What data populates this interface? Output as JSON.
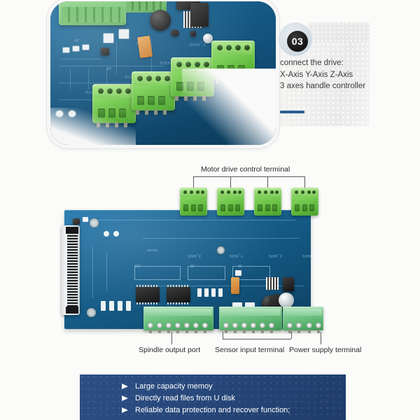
{
  "top_section": {
    "badge_number": "03",
    "caption_lines": [
      "connect the drive:",
      "X-Axis Y-Axis Z-Axis",
      "3 axes handle controller"
    ],
    "photo_alt": "close-up of blue PCB with four green screw terminal blocks"
  },
  "diagram": {
    "labels": {
      "motor": "Motor drive control terminal",
      "spindle": "Spindle output port",
      "sensor": "Sensor input terminal",
      "power": "Power supply terminal"
    },
    "board_alt": "CNC breakout board top view"
  },
  "features": {
    "items": [
      "Large capacity memoy",
      "Directly read files from U disk",
      "Reliable data protection and recover function;"
    ]
  },
  "colors": {
    "pcb_blue": "#13567f",
    "terminal_green": "#5cb53a",
    "panel_blue": "#27477a",
    "rule_blue": "#2d5d92",
    "background": "#fbfcfa"
  }
}
